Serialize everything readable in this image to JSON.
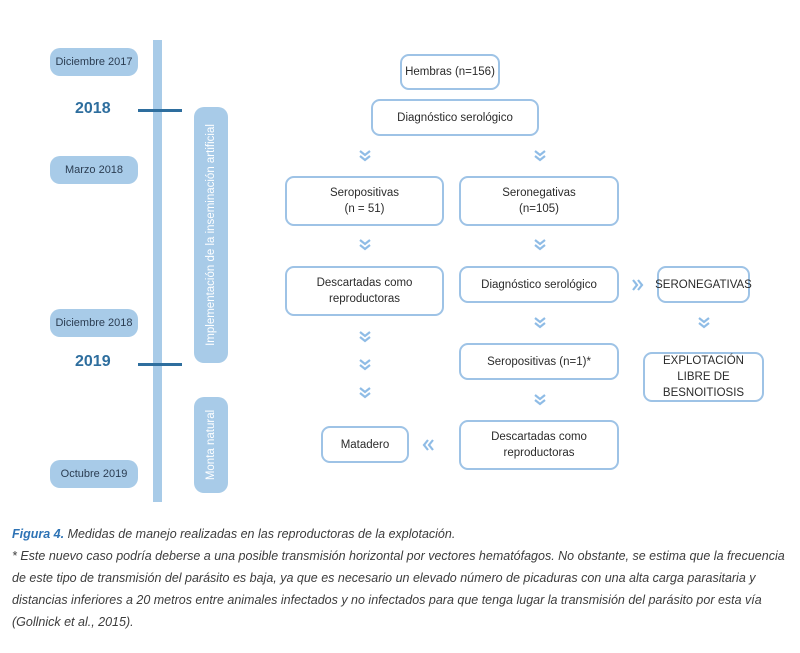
{
  "timeline": {
    "dates": [
      "Diciembre 2017",
      "Marzo 2018",
      "Diciembre 2018",
      "Octubre 2019"
    ],
    "years": [
      "2018",
      "2019"
    ],
    "phases": [
      "Implementación de la inseminación artificial",
      "Monta natural"
    ]
  },
  "flow": {
    "hembras": "Hembras (n=156)",
    "diag1": "Diagnóstico serológico",
    "seropos_l1": "Seropositivas",
    "seropos_l2": "(n = 51)",
    "seroneg_l1": "Seronegativas",
    "seroneg_l2": "(n=105)",
    "descart1_l1": "Descartadas como",
    "descart1_l2": "reproductoras",
    "diag2": "Diagnóstico serológico",
    "seronegativas_caps": "SERONEGATIVAS",
    "seropos2": "Seropositivas (n=1)*",
    "explot_l1": "EXPLOTACIÓN LIBRE DE",
    "explot_l2": "BESNOITIOSIS",
    "matadero": "Matadero",
    "descart2_l1": "Descartadas como",
    "descart2_l2": "reproductoras"
  },
  "caption": {
    "fig_label": "Figura 4.",
    "title": " Medidas de manejo realizadas en las reproductoras de la explotación.",
    "note": "* Este nuevo caso podría deberse a una posible transmisión horizontal por vectores hematófagos. No obstante, se estima que la frecuencia de este tipo de transmisión del parásito es baja, ya que es necesario un elevado número de picaduras con una alta carga parasitaria y distancias inferiores a 20 metros entre animales infectados y no infectados para que tenga lugar la transmisión del parásito por esta vía (Gollnick et al., 2015)."
  },
  "colors": {
    "timeline": "#a8cbe8",
    "box_border": "#9ec3e6",
    "arrow": "#8fbce6",
    "year": "#2e6e9e",
    "fig_label": "#2e73b5"
  }
}
